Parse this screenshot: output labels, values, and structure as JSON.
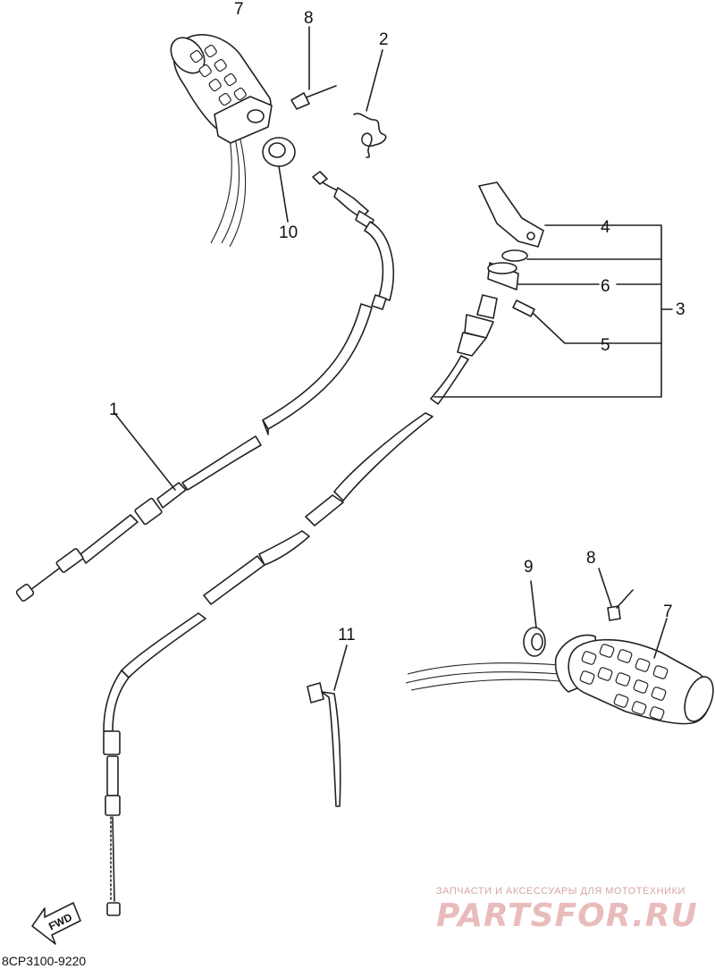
{
  "callouts": {
    "c1": "1",
    "c2": "2",
    "c3": "3",
    "c4": "4",
    "c5": "5",
    "c6": "6",
    "c7_top": "7",
    "c7_bottom": "7",
    "c8_top": "8",
    "c8_bottom": "8",
    "c9": "9",
    "c10": "10",
    "c11": "11"
  },
  "fwd_label": "FWD",
  "diagram_code": "8CP3100-9220",
  "watermark": {
    "tagline": "ЗАПЧАСТИ И АКСЕССУАРЫ ДЛЯ МОТОТЕХНИКИ",
    "logo": "PARTSFOR.RU"
  }
}
